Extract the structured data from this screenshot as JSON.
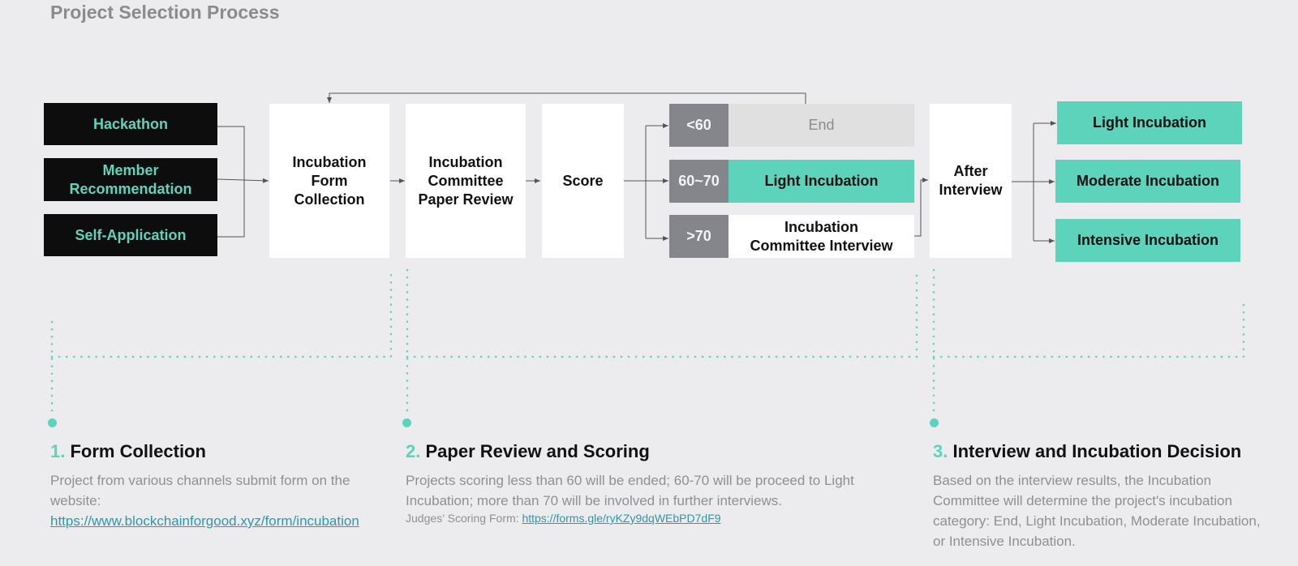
{
  "title": "Project Selection Process",
  "sources": [
    "Hackathon",
    "Member\nRecommendation",
    "Self-Application"
  ],
  "steps": {
    "form": "Incubation\nForm\nCollection",
    "review": "Incubation\nCommittee\nPaper Review",
    "score": "Score",
    "after": "After\nInterview"
  },
  "score_branches": [
    {
      "tag": "<60",
      "result": "End"
    },
    {
      "tag": "60~70",
      "result": "Light Incubation"
    },
    {
      "tag": ">70",
      "result": "Incubation\nCommittee Interview"
    }
  ],
  "outcomes": [
    "Light Incubation",
    "Moderate Incubation",
    "Intensive Incubation"
  ],
  "sections": [
    {
      "num": "1.",
      "title": "Form Collection",
      "text": "Project from various channels submit form on the website:",
      "link": "https://www.blockchainforgood.xyz/form/incubation"
    },
    {
      "num": "2.",
      "title": "Paper Review and Scoring",
      "text": "Projects scoring less than 60 will be ended; 60-70 will be proceed to Light Incubation; more than 70 will be involved in further interviews.",
      "note_label": "Judges’ Scoring Form: ",
      "link": "https://forms.gle/ryKZy9dqWEbPD7dF9"
    },
    {
      "num": "3.",
      "title": "Interview and Incubation Decision",
      "text": "Based on the interview results, the Incubation Committee will determine the project's incubation category: End, Light Incubation, Moderate Incubation, or Intensive Incubation."
    }
  ],
  "colors": {
    "accent": "#5dd3bc",
    "dark": "#0d0d0d",
    "gray_tag": "#85858c",
    "link": "#2e97a8"
  }
}
